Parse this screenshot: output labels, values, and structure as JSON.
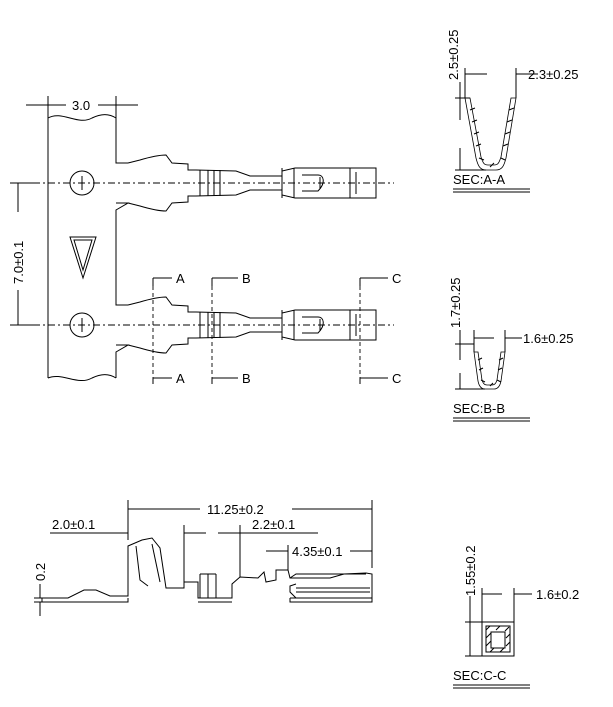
{
  "colors": {
    "line": "#000000",
    "background": "#ffffff"
  },
  "top_view": {
    "pitch_width": "3.0",
    "pitch_height": "7.0±0.1",
    "cut_a": "A",
    "cut_b": "B",
    "cut_c": "C"
  },
  "side_view": {
    "overall_length": "11.25±0.2",
    "left_crimp": "2.0±0.1",
    "insulation_crimp": "2.2±0.1",
    "contact_length": "4.35±0.1",
    "thickness": "0.2"
  },
  "sections": [
    {
      "title": "SEC:A-A",
      "height": "2.5±0.25",
      "width": "2.3±0.25"
    },
    {
      "title": "SEC:B-B",
      "height": "1.7±0.25",
      "width": "1.6±0.25"
    },
    {
      "title": "SEC:C-C",
      "height": "1.55±0.2",
      "width": "1.6±0.2"
    }
  ]
}
